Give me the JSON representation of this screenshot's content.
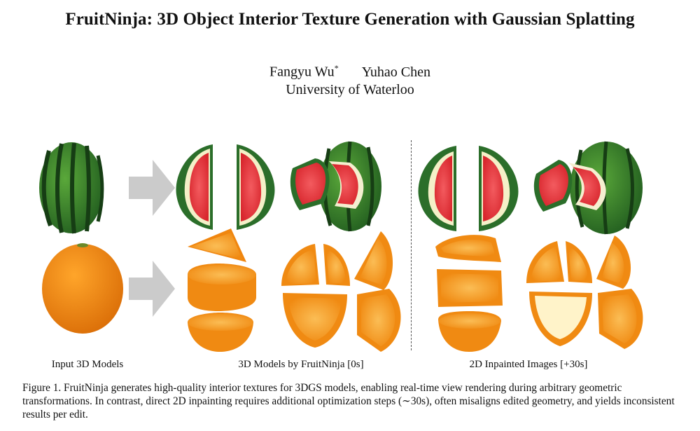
{
  "paper": {
    "title": "FruitNinja: 3D Object Interior Texture Generation with Gaussian Splatting",
    "authors": [
      {
        "name": "Fangyu Wu",
        "mark": "*"
      },
      {
        "name": "Yuhao Chen",
        "mark": ""
      }
    ],
    "affiliation": "University of Waterloo"
  },
  "figure": {
    "column_labels": {
      "input": "Input 3D Models",
      "ours": "3D Models by FruitNinja [0s]",
      "baseline": "2D Inpainted Images [+30s]"
    },
    "caption": "Figure 1. FruitNinja generates high-quality interior textures for 3DGS models, enabling real-time view rendering during arbitrary geometric transformations. In contrast, direct 2D inpainting requires additional optimization steps (∼30s), often misaligns edited geometry, and yields inconsistent results per edit.",
    "colors": {
      "watermelon_rind": "#2f7d32",
      "watermelon_stripe": "#173d14",
      "watermelon_flesh": "#e8333a",
      "orange_peel": "#f08a12",
      "orange_flesh": "#f7a637",
      "arrow": "#c9c9c9"
    }
  }
}
